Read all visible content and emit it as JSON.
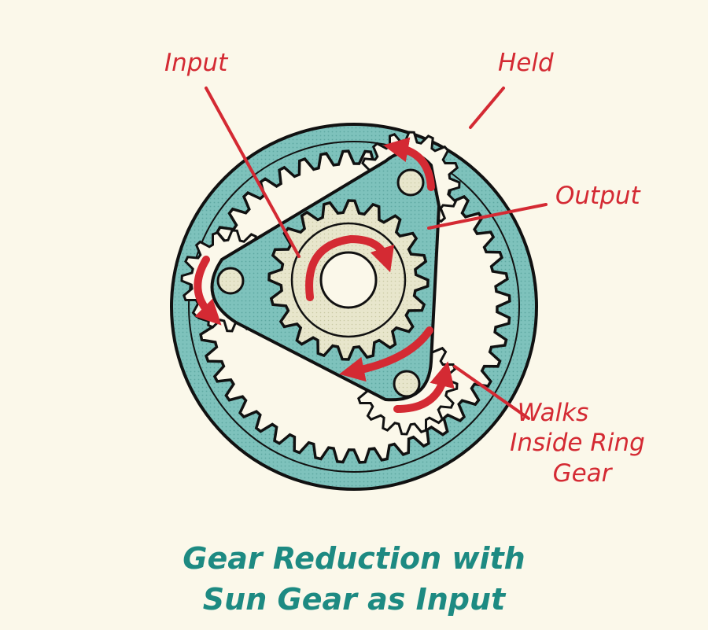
{
  "labels": {
    "input": "Input",
    "held": "Held",
    "output": "Output",
    "walks_line1": "Walks",
    "walks_line2": "Inside Ring",
    "walks_line3": "Gear"
  },
  "title": {
    "line1": "Gear Reduction with",
    "line2": "Sun Gear as Input"
  },
  "colors": {
    "background": "#fbf8ea",
    "ring_teal": "#7ec2bc",
    "ink": "#111111",
    "accent_red": "#d42a33",
    "title_teal": "#1d8a82",
    "sun_cream": "#e8e6cc"
  },
  "icons": [
    "ring-gear-icon",
    "sun-gear-icon",
    "planet-gear-icon",
    "planet-carrier-icon",
    "rotation-arrow-icon"
  ]
}
